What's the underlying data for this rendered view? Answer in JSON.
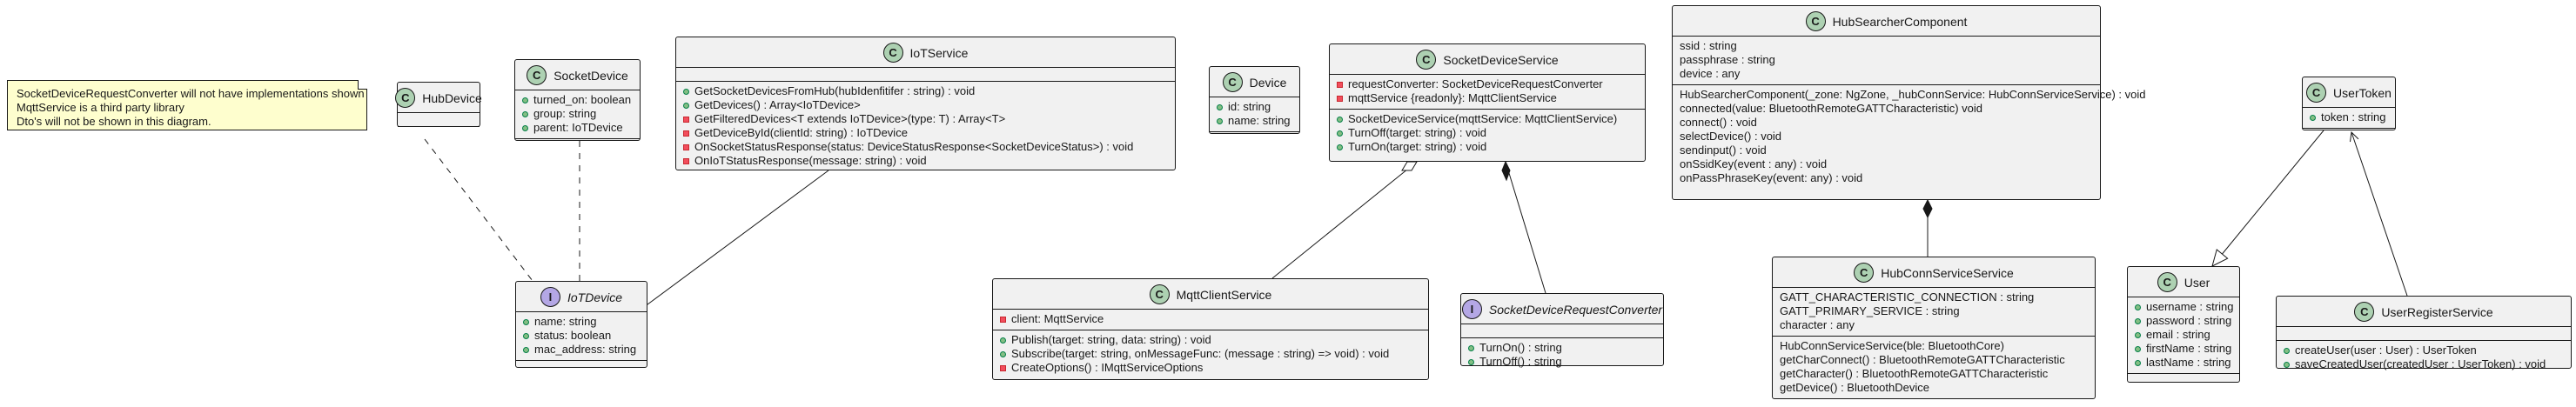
{
  "note": {
    "lines": [
      "SocketDeviceRequestConverter will not have implementations shown",
      "MqttService is a third party library",
      "Dto's will not be shown in this diagram."
    ]
  },
  "classes": {
    "hub_device": {
      "kind": "C",
      "name": "HubDevice",
      "fields": [],
      "methods": []
    },
    "socket_device": {
      "kind": "C",
      "name": "SocketDevice",
      "fields": [
        "+turned_on: boolean",
        "+group: string",
        "+parent: IoTDevice"
      ],
      "methods": []
    },
    "iot_service": {
      "kind": "C",
      "name": "IoTService",
      "fields": [],
      "methods": [
        "+GetSocketDevicesFromHub(hubIdenfitifer : string) : void",
        "+GetDevices() : Array<IoTDevice>",
        "-GetFilteredDevices<T extends IoTDevice>(type: T) : Array<T>",
        "-GetDeviceById(clientId: string) : IoTDevice",
        "-OnSocketStatusResponse(status: DeviceStatusResponse<SocketDeviceStatus>) : void",
        "-OnIoTStatusResponse(message: string) : void"
      ]
    },
    "device": {
      "kind": "C",
      "name": "Device",
      "fields": [
        "+id: string",
        "+name: string"
      ],
      "methods": []
    },
    "socket_device_service": {
      "kind": "C",
      "name": "SocketDeviceService",
      "fields": [
        "-requestConverter: SocketDeviceRequestConverter",
        "-mqttService {readonly}: MqttClientService"
      ],
      "methods": [
        "+SocketDeviceService(mqttService: MqttClientService)",
        "+TurnOff(target: string) : void",
        "+TurnOn(target: string) : void"
      ]
    },
    "hub_searcher": {
      "kind": "C",
      "name": "HubSearcherComponent",
      "fields": [
        "ssid : string",
        "passphrase : string",
        "device : any"
      ],
      "methods": [
        "HubSearcherComponent(_zone: NgZone, _hubConnService: HubConnServiceService) : void",
        "connected(value: BluetoothRemoteGATTCharacteristic) void",
        "connect() : void",
        "selectDevice() : void",
        "sendinput() : void",
        "onSsidKey(event : any) : void",
        "onPassPhraseKey(event: any) : void"
      ]
    },
    "user_token": {
      "kind": "C",
      "name": "UserToken",
      "fields": [
        "+token : string"
      ],
      "methods": []
    },
    "iot_device": {
      "kind": "I",
      "name": "IoTDevice",
      "fields": [
        "+name: string",
        "+status: boolean",
        "+mac_address: string"
      ],
      "methods": []
    },
    "mqtt_client_service": {
      "kind": "C",
      "name": "MqttClientService",
      "fields": [
        "-client: MqttService"
      ],
      "methods": [
        "+Publish(target: string, data: string) : void",
        "+Subscribe(target: string, onMessageFunc: (message : string) => void) : void",
        "-CreateOptions() : IMqttServiceOptions"
      ]
    },
    "socket_request_converter": {
      "kind": "I",
      "name": "SocketDeviceRequestConverter",
      "fields": [],
      "methods": [
        "+TurnOn() : string",
        "+TurnOff() : string"
      ]
    },
    "hub_conn_service": {
      "kind": "C",
      "name": "HubConnServiceService",
      "fields": [
        "GATT_CHARACTERISTIC_CONNECTION : string",
        "GATT_PRIMARY_SERVICE : string",
        "character : any"
      ],
      "methods": [
        "HubConnServiceService(ble: BluetoothCore)",
        "getCharConnect() : BluetoothRemoteGATTCharacteristic",
        "getCharacter() : BluetoothRemoteGATTCharacteristic",
        "getDevice() : BluetoothDevice"
      ]
    },
    "user": {
      "kind": "C",
      "name": "User",
      "fields": [
        "+username : string",
        "+password : string",
        "+email : string",
        "+firstName : string",
        "+lastName : string"
      ],
      "methods": []
    },
    "user_register_service": {
      "kind": "C",
      "name": "UserRegisterService",
      "fields": [],
      "methods": [
        "+createUser(user : User) : UserToken",
        "+saveCreatedUser(createdUser : UserToken) : void"
      ]
    }
  },
  "colors": {
    "class_bg": "#f1f1f1",
    "class_circle": "#add1b2",
    "interface_circle": "#b4a7e5",
    "note_bg": "#fefece",
    "line": "#181818"
  }
}
